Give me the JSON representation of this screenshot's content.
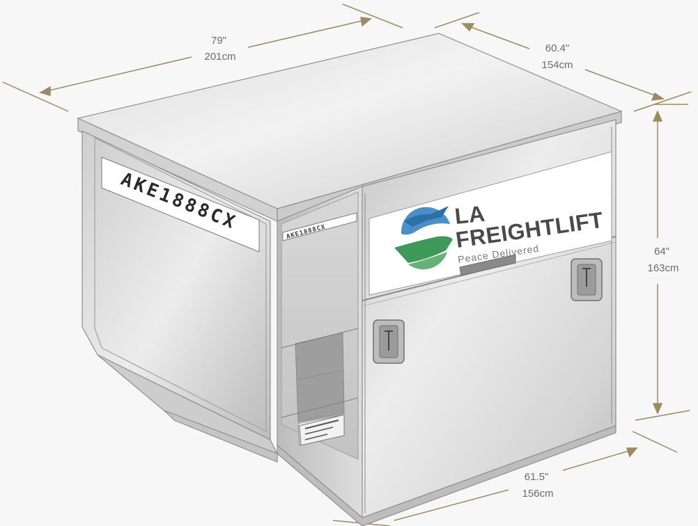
{
  "dimensions": {
    "length": {
      "imperial": "79\"",
      "metric": "201cm"
    },
    "width": {
      "imperial": "60.4\"",
      "metric": "154cm"
    },
    "height": {
      "imperial": "64\"",
      "metric": "163cm"
    },
    "base": {
      "imperial": "61.5\"",
      "metric": "156cm"
    }
  },
  "container": {
    "id_large": "AKE1888CX",
    "id_small": "AKE1888CX"
  },
  "logo": {
    "line1": "LA",
    "line2": "FREIGHTLIFT",
    "tagline": "Peace Delivered"
  },
  "colors": {
    "dimension_line": "#9b8a62",
    "metal_light": "#e8e8e8",
    "metal_dark": "#a8a8a8",
    "logo_blue": "#4a8fc8",
    "logo_green": "#3f9a5a"
  }
}
